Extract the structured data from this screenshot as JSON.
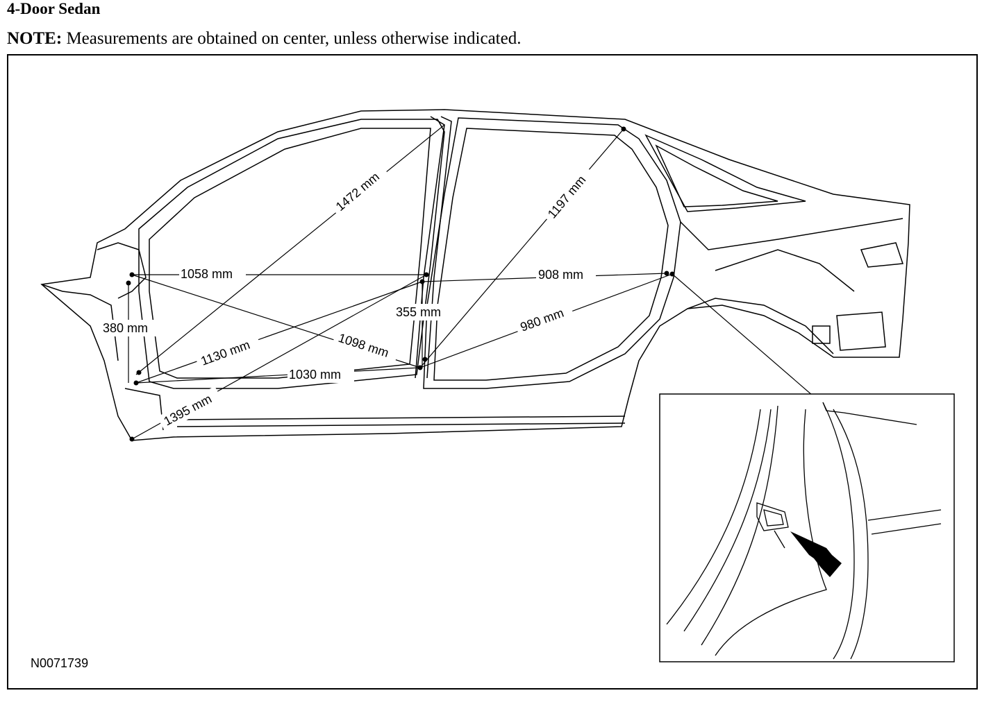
{
  "header": {
    "title": "4-Door Sedan",
    "note_label": "NOTE:",
    "note_text": " Measurements are obtained on center, unless otherwise indicated."
  },
  "figure_id": "N0071739",
  "measurements": [
    {
      "id": "m1058",
      "text": "1058 mm"
    },
    {
      "id": "m380",
      "text": "380 mm"
    },
    {
      "id": "m1472",
      "text": "1472 mm"
    },
    {
      "id": "m1130",
      "text": "1130 mm"
    },
    {
      "id": "m1395",
      "text": "1395 mm"
    },
    {
      "id": "m1030",
      "text": "1030 mm"
    },
    {
      "id": "m1098",
      "text": "1098 mm"
    },
    {
      "id": "m355",
      "text": "355 mm"
    },
    {
      "id": "m1197",
      "text": "1197 mm"
    },
    {
      "id": "m908",
      "text": "908 mm"
    },
    {
      "id": "m980",
      "text": "980 mm"
    }
  ]
}
